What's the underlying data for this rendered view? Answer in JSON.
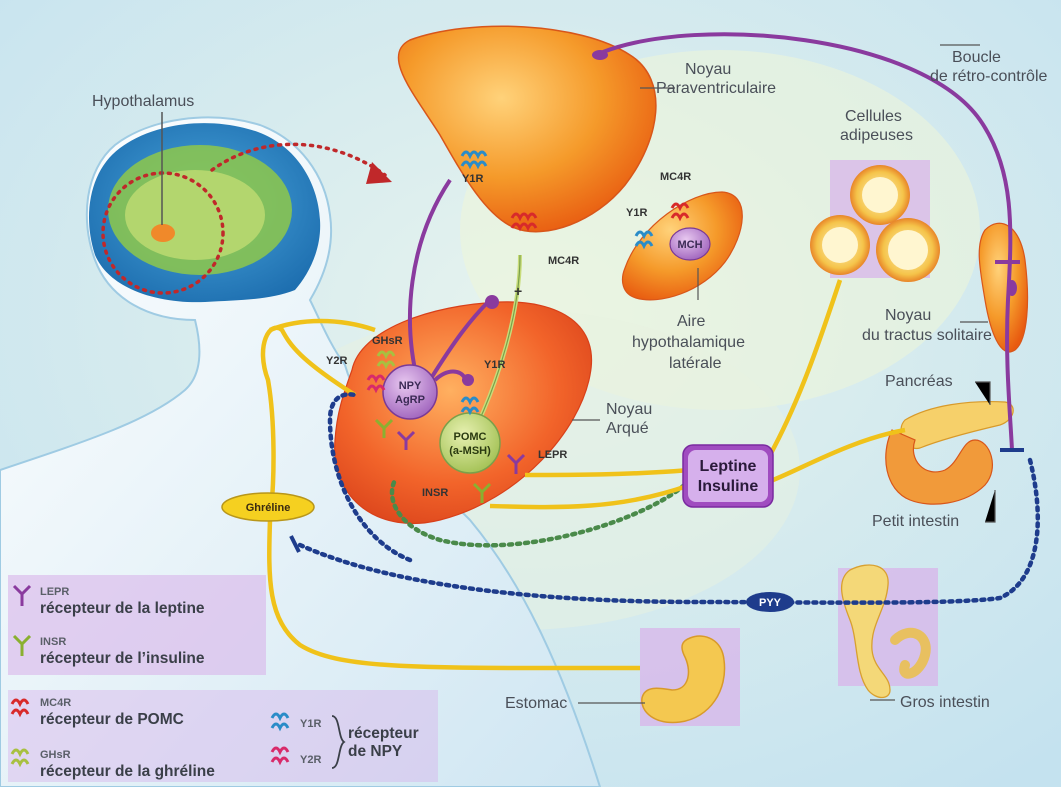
{
  "labels": {
    "hypothalamus": "Hypothalamus",
    "paraventricular_1": "Noyau",
    "paraventricular_2": "Paraventriculaire",
    "feedback_1": "Boucle",
    "feedback_2": "de rétro-contrôle",
    "adipose_1": "Cellules",
    "adipose_2": "adipeuses",
    "lateral_1": "Aire",
    "lateral_2": "hypothalamique",
    "lateral_3": "latérale",
    "solitary_1": "Noyau",
    "solitary_2": "du tractus solitaire",
    "pancreas": "Pancréas",
    "small_intestine": "Petit intestin",
    "arcuate_1": "Noyau",
    "arcuate_2": "Arqué",
    "stomach": "Estomac",
    "large_intestine": "Gros intestin"
  },
  "nodes": {
    "npy_1": "NPY",
    "npy_2": "AgRP",
    "pomc_1": "POMC",
    "pomc_2": "(a-MSH)",
    "mch": "MCH",
    "leptin_1": "Leptine",
    "leptin_2": "Insuline",
    "ghrelin": "Ghréline",
    "pyy": "PYY"
  },
  "receptor_tags": {
    "y1r_top": "Y1R",
    "mc4r_top": "MC4R",
    "mc4r_mid": "MC4R",
    "y1r_mid": "Y1R",
    "ghsr": "GHsR",
    "y2r": "Y2R",
    "y1r_arc": "Y1R",
    "lepr": "LEPR",
    "insr": "INSR",
    "plus": "+"
  },
  "legend": {
    "lepr_code": "LEPR",
    "lepr_text": "récepteur de la leptine",
    "insr_code": "INSR",
    "insr_text": "récepteur de l’insuline",
    "mc4r_code": "MC4R",
    "mc4r_text": "récepteur de POMC",
    "ghsr_code": "GHsR",
    "ghsr_text": "récepteur de la ghréline",
    "y1r_code": "Y1R",
    "y2r_code": "Y2R",
    "npy_text_1": "récepteur",
    "npy_text_2": "de NPY"
  },
  "colors": {
    "orange_nucleus": "#f07a1a",
    "purple_path": "#8a3a9e",
    "yellow_path": "#f0c21a",
    "green_path": "#7aa04a",
    "blue_path": "#1e3c8c",
    "background_blue": "#bfe0ee",
    "head_blue": "#2a8cc8"
  }
}
